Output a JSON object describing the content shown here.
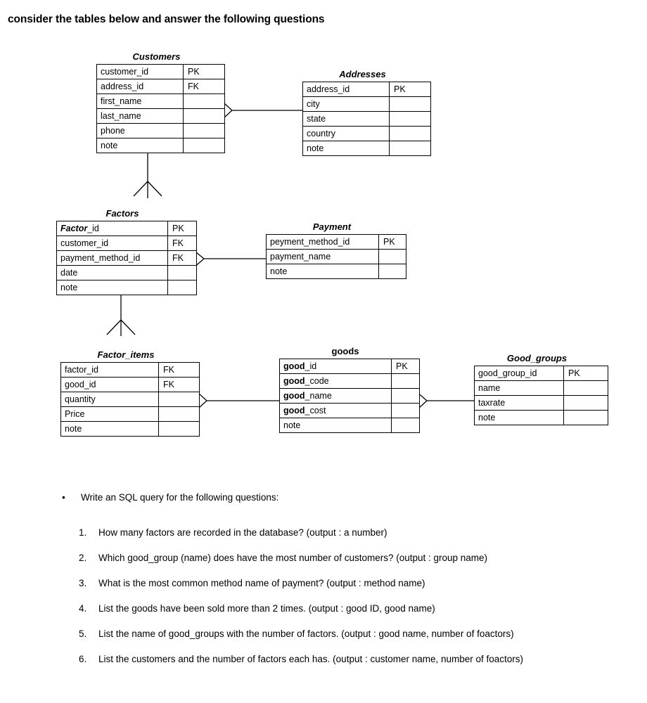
{
  "heading": "consider the tables below and answer the following questions",
  "diagram": {
    "entities": [
      {
        "id": "customers",
        "title": "Customers",
        "title_style": "bold-italic",
        "rows": [
          {
            "attr": "customer_id",
            "key": "PK"
          },
          {
            "attr": "address_id",
            "key": "FK"
          },
          {
            "attr": "first_name",
            "key": ""
          },
          {
            "attr": "last_name",
            "key": ""
          },
          {
            "attr": "phone",
            "key": ""
          },
          {
            "attr": "note",
            "key": ""
          }
        ]
      },
      {
        "id": "addresses",
        "title": "Addresses",
        "title_style": "bold-italic",
        "rows": [
          {
            "attr": "address_id",
            "key": "PK"
          },
          {
            "attr": "city",
            "key": ""
          },
          {
            "attr": "state",
            "key": ""
          },
          {
            "attr": "country",
            "key": ""
          },
          {
            "attr": "note",
            "key": ""
          }
        ]
      },
      {
        "id": "factors",
        "title": "Factors",
        "title_style": "bold-italic",
        "rows": [
          {
            "attr": "Factor_id",
            "emph": "Factor",
            "rest": "_id",
            "key": "PK"
          },
          {
            "attr": "customer_id",
            "key": "FK"
          },
          {
            "attr": "payment_method_id",
            "key": "FK"
          },
          {
            "attr": "date",
            "key": ""
          },
          {
            "attr": "note",
            "key": ""
          }
        ]
      },
      {
        "id": "payment",
        "title": "Payment",
        "title_style": "bold-italic",
        "rows": [
          {
            "attr": "peyment_method_id",
            "key": "PK"
          },
          {
            "attr": "payment_name",
            "key": ""
          },
          {
            "attr": "note",
            "key": ""
          }
        ]
      },
      {
        "id": "factor_items",
        "title": "Factor_items",
        "title_style": "bold-italic",
        "rows": [
          {
            "attr": "factor_id",
            "key": "FK"
          },
          {
            "attr": "good_id",
            "key": "FK"
          },
          {
            "attr": "quantity",
            "key": ""
          },
          {
            "attr": "Price",
            "key": ""
          },
          {
            "attr": "note",
            "key": ""
          }
        ]
      },
      {
        "id": "goods",
        "title": "goods",
        "title_style": "bold",
        "rows": [
          {
            "attr": "good_id",
            "emph": "good",
            "rest": "_id",
            "key": "PK"
          },
          {
            "attr": "good_code",
            "emph": "good",
            "rest": "_code",
            "key": ""
          },
          {
            "attr": "good_name",
            "emph": "good",
            "rest": "_name",
            "key": ""
          },
          {
            "attr": "good_cost",
            "emph": "good",
            "rest": "_cost",
            "key": ""
          },
          {
            "attr": "note",
            "key": ""
          }
        ]
      },
      {
        "id": "good_groups",
        "title": "Good_groups",
        "title_style": "bold-italic",
        "rows": [
          {
            "attr": "good_group_id",
            "key": "PK"
          },
          {
            "attr": "name",
            "key": ""
          },
          {
            "attr": "taxrate",
            "key": ""
          },
          {
            "attr": "note",
            "key": ""
          }
        ]
      }
    ],
    "relationships": [
      {
        "from": "customers",
        "to": "addresses",
        "notation": "crowsfoot-to-one"
      },
      {
        "from": "customers",
        "to": "factors",
        "notation": "one-to-crowsfoot"
      },
      {
        "from": "factors",
        "to": "payment",
        "notation": "crowsfoot-to-one"
      },
      {
        "from": "factors",
        "to": "factor_items",
        "notation": "one-to-crowsfoot"
      },
      {
        "from": "factor_items",
        "to": "goods",
        "notation": "crowsfoot-to-one"
      },
      {
        "from": "goods",
        "to": "good_groups",
        "notation": "crowsfoot-to-one"
      }
    ]
  },
  "questions": {
    "bullet_marker": "•",
    "lead_in": "Write an SQL query for the following questions:",
    "items": [
      {
        "num": "1.",
        "text": "How many factors are recorded in the database? (output : a number)"
      },
      {
        "num": "2.",
        "text": "Which good_group (name) does have the most number of customers? (output : group name)"
      },
      {
        "num": "3.",
        "text": "What is the most common method name of payment? (output : method name)"
      },
      {
        "num": "4.",
        "text": "List the goods have been sold more than 2 times. (output : good ID, good name)"
      },
      {
        "num": "5.",
        "text": "List the name of good_groups with the number of factors. (output : good name, number of foactors)"
      },
      {
        "num": "6.",
        "text": "List the customers and the number of factors each has. (output : customer name, number of foactors)"
      }
    ]
  }
}
